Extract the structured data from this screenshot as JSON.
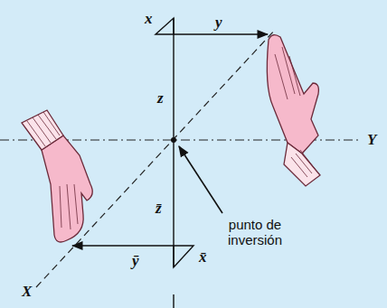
{
  "diagram": {
    "labels": [
      "x",
      "y",
      "z",
      "Y",
      "z̄",
      "punto de inversión",
      "ȳ",
      "x̄",
      "X"
    ]
  }
}
